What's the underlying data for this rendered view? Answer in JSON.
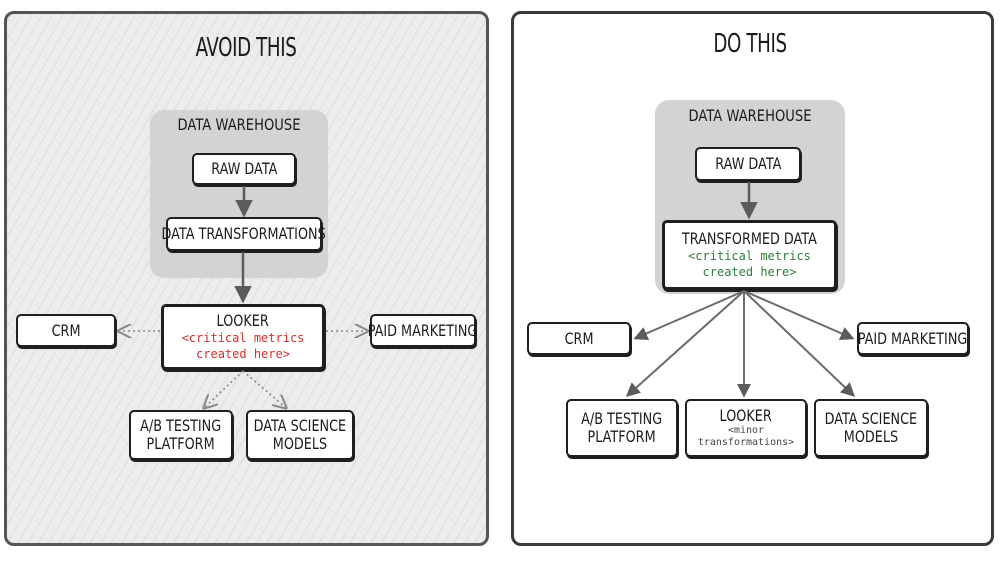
{
  "avoid": {
    "heading": "AVOID THIS",
    "warehouse_label": "DATA WAREHOUSE",
    "raw_data": "RAW DATA",
    "transformations": "DATA TRANSFORMATIONS",
    "looker_title": "LOOKER",
    "looker_note_line1": "<critical metrics",
    "looker_note_line2": "created here>",
    "crm": "CRM",
    "paid_marketing": "PAID MARKETING",
    "ab_line1": "A/B TESTING",
    "ab_line2": "PLATFORM",
    "ds_line1": "DATA SCIENCE",
    "ds_line2": "MODELS"
  },
  "do": {
    "heading": "DO THIS",
    "warehouse_label": "DATA WAREHOUSE",
    "raw_data": "RAW DATA",
    "transformed_title": "TRANSFORMED DATA",
    "transformed_note_line1": "<critical metrics",
    "transformed_note_line2": "created here>",
    "crm": "CRM",
    "paid_marketing": "PAID MARKETING",
    "ab_line1": "A/B TESTING",
    "ab_line2": "PLATFORM",
    "looker_title": "LOOKER",
    "looker_note_line1": "<minor",
    "looker_note_line2": "transformations>",
    "ds_line1": "DATA SCIENCE",
    "ds_line2": "MODELS"
  },
  "colors": {
    "note_red": "#d3312e",
    "note_green": "#2e7d3c",
    "warehouse_fill": "#d3d3d3",
    "hatched_bg": "#ececec"
  }
}
